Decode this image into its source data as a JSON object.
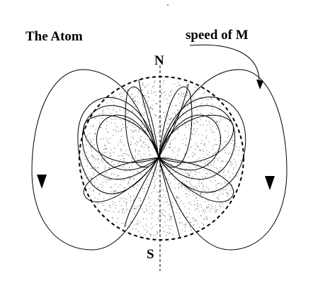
{
  "labels": {
    "title": "The Atom",
    "speed": "speed of M",
    "north": "N",
    "south": "S"
  },
  "colors": {
    "ink": "#000000",
    "background": "#ffffff"
  }
}
